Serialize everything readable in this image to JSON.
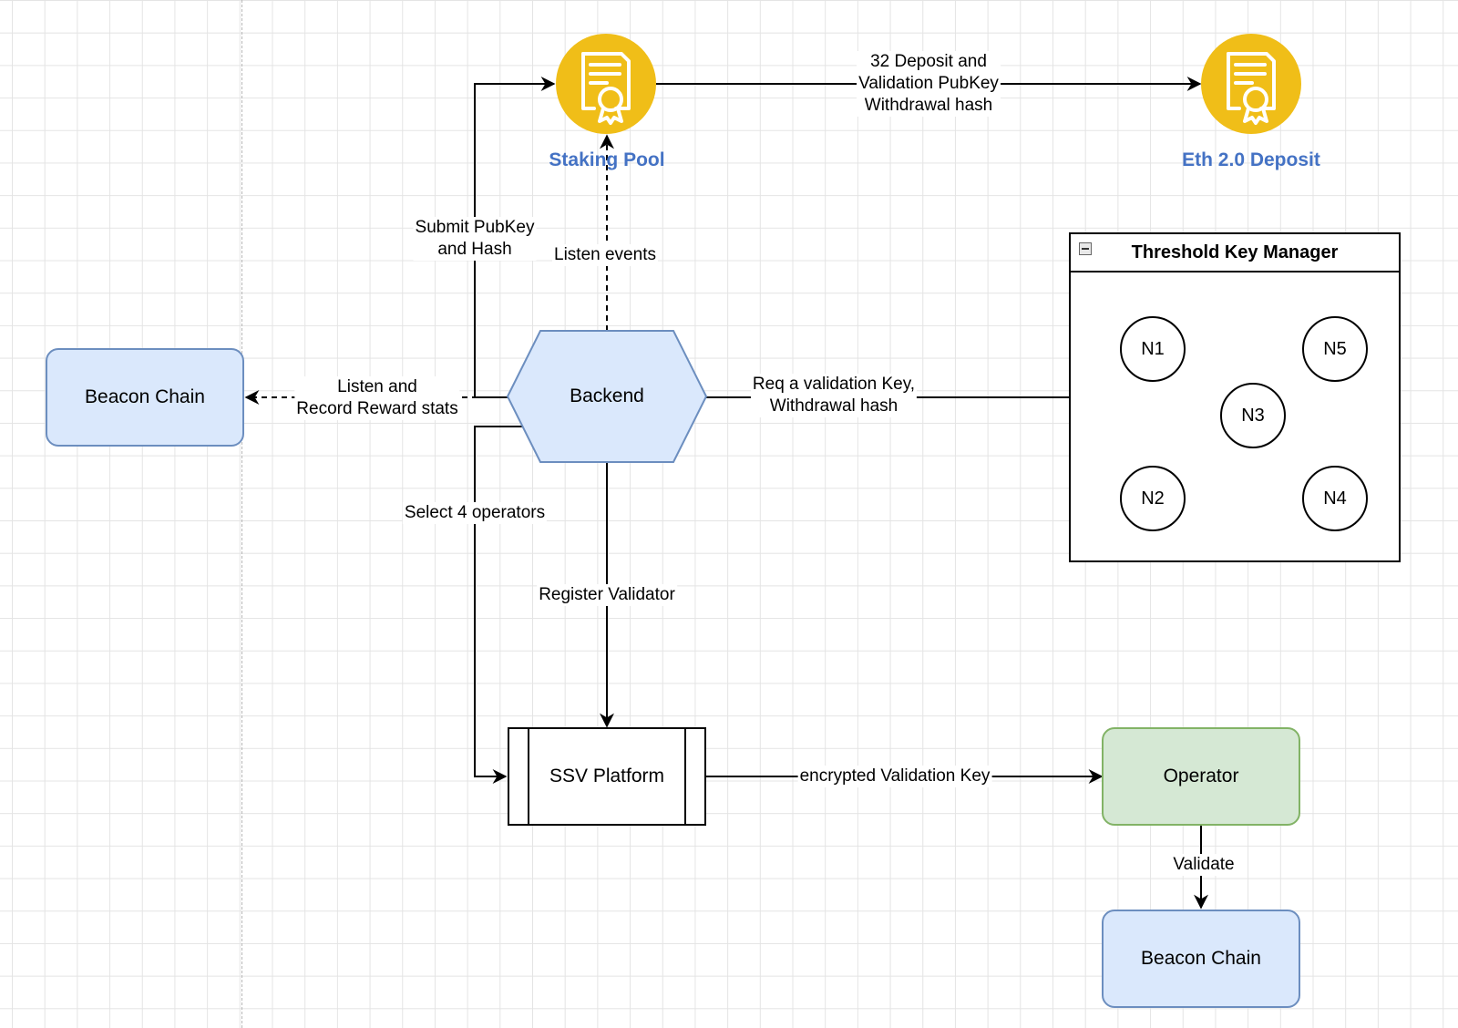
{
  "nodes": {
    "staking_pool": "Staking Pool",
    "eth_deposit": "Eth 2.0 Deposit",
    "beacon_chain_left": "Beacon Chain",
    "backend": "Backend",
    "ssv_platform": "SSV Platform",
    "operator": "Operator",
    "beacon_chain_bottom": "Beacon Chain",
    "threshold_key_manager": "Threshold Key Manager",
    "key_nodes": [
      "N1",
      "N2",
      "N3",
      "N4",
      "N5"
    ]
  },
  "edges": {
    "deposit_label": "32 Deposit and\nValidation PubKey\nWithdrawal hash",
    "submit_label": "Submit PubKey\nand Hash",
    "listen_events_label": "Listen events",
    "listen_record_label": "Listen and\nRecord Reward stats",
    "req_key_label": "Req a validation Key,\nWithdrawal hash",
    "select_operators_label": "Select 4 operators",
    "register_label": "Register Validator",
    "encrypted_label": "encrypted Validation Key",
    "validate_label": "Validate"
  },
  "colors": {
    "gold": "#f0be18",
    "blue_fill": "#dae8fc",
    "blue_stroke": "#6c8ebf",
    "green_fill": "#d5e8d4",
    "green_stroke": "#82b366",
    "title_blue": "#4472c4"
  }
}
